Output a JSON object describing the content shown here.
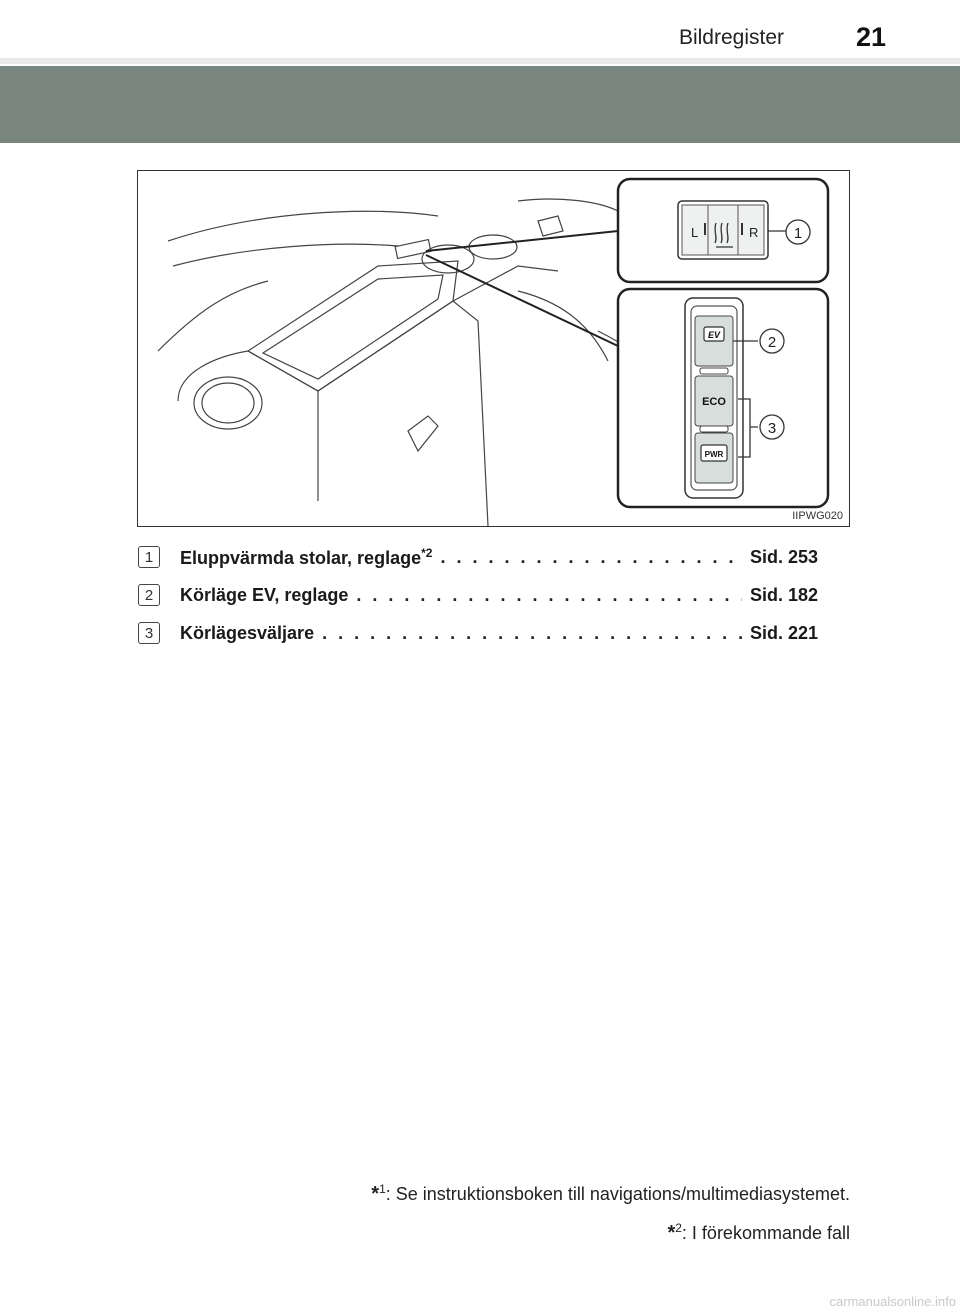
{
  "header": {
    "title": "Bildregister",
    "page_number": "21"
  },
  "figure": {
    "code": "IIPWG020",
    "callouts": [
      "1",
      "2",
      "3"
    ],
    "seat_switch_letters": [
      "L",
      "R"
    ],
    "buttons": [
      "EV",
      "ECO",
      "PWR"
    ]
  },
  "items": [
    {
      "num": "1",
      "label": "Eluppvärmda stolar, reglage",
      "sup": "*2",
      "page": "Sid. 253"
    },
    {
      "num": "2",
      "label": "Körläge EV, reglage",
      "sup": "",
      "page": "Sid. 182"
    },
    {
      "num": "3",
      "label": "Körlägesväljare",
      "sup": "",
      "page": "Sid. 221"
    }
  ],
  "footnotes": [
    {
      "star": "*",
      "sup": "1",
      "text": ": Se instruktionsboken till navigations/multimediasystemet."
    },
    {
      "star": "*",
      "sup": "2",
      "text": ": I förekommande fall"
    }
  ],
  "watermark": "carmanualsonline.info"
}
